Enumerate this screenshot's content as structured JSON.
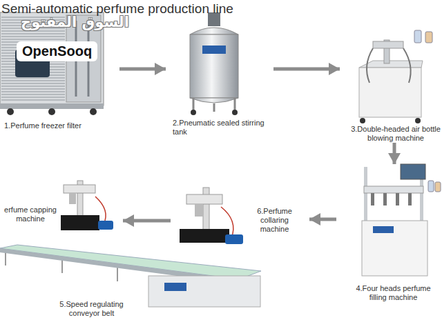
{
  "diagram": {
    "title": "Semi-automatic perfume production line",
    "nodes": [
      {
        "text": [
          "1.Perfume freezer filter"
        ]
      },
      {
        "text": [
          "2.Pneumatic sealed stirring tank"
        ]
      },
      {
        "text": [
          "3.Double-headed air bottle blowing machine"
        ]
      },
      {
        "text": [
          "4.Four heads perfume filling machine"
        ]
      },
      {
        "text": [
          "5.Speed regulating conveyor belt"
        ]
      },
      {
        "text": [
          "6.Perfume collaring machine"
        ]
      },
      {
        "text": [
          "erfume capping machine"
        ]
      }
    ],
    "edges": [
      {
        "from": 0,
        "to": 1,
        "arrow": "to"
      },
      {
        "from": 1,
        "to": 2,
        "arrow": "to"
      },
      {
        "from": 2,
        "to": 3,
        "arrow": "to"
      },
      {
        "from": 3,
        "to": 5,
        "arrow": "to"
      },
      {
        "from": 5,
        "to": 6,
        "arrow": "to"
      }
    ],
    "labels": [
      "السوق المفتوح",
      "OpenSooq"
    ]
  }
}
